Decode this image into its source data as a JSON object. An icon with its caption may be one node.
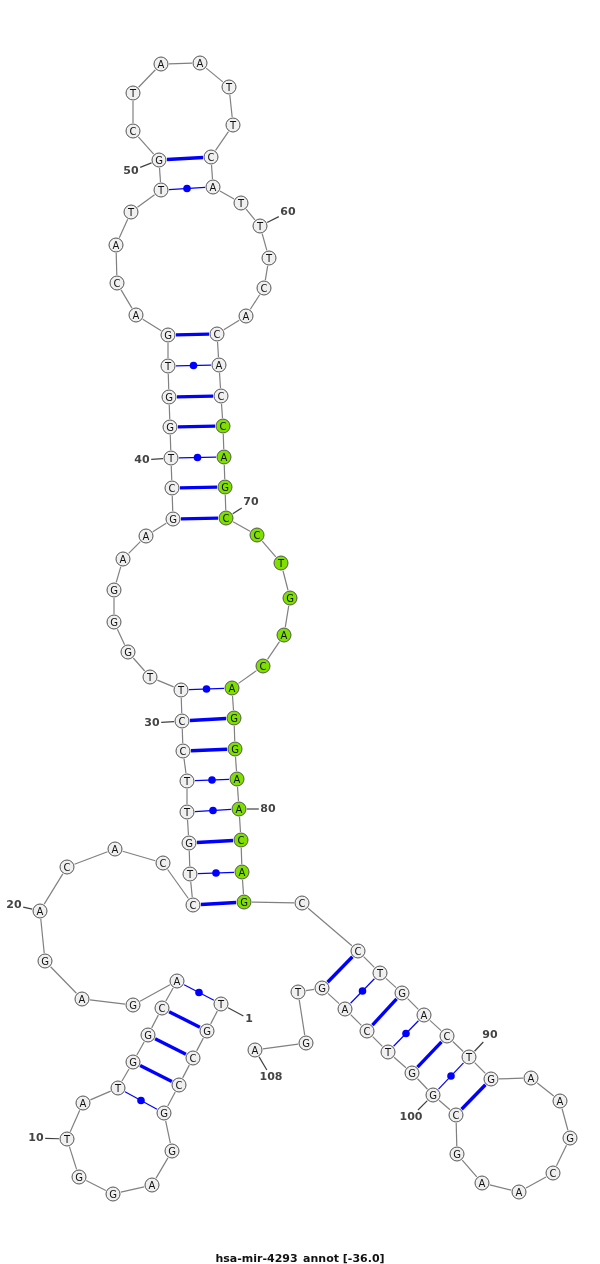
{
  "diagram": {
    "caption": "hsa-mir-4293_annot [-36.0]",
    "nodes": [
      {
        "text": [
          "T"
        ]
      },
      {
        "text": [
          "G"
        ]
      },
      {
        "text": [
          "C"
        ]
      },
      {
        "text": [
          "C"
        ]
      },
      {
        "text": [
          "G"
        ]
      },
      {
        "text": [
          "G"
        ]
      },
      {
        "text": [
          "A"
        ]
      },
      {
        "text": [
          "G"
        ]
      },
      {
        "text": [
          "G"
        ]
      },
      {
        "text": [
          "T"
        ]
      },
      {
        "text": [
          "A"
        ]
      },
      {
        "text": [
          "T"
        ]
      },
      {
        "text": [
          "G"
        ]
      },
      {
        "text": [
          "G"
        ]
      },
      {
        "text": [
          "C"
        ]
      },
      {
        "text": [
          "A"
        ]
      },
      {
        "text": [
          "G"
        ]
      },
      {
        "text": [
          "A"
        ]
      },
      {
        "text": [
          "G"
        ]
      },
      {
        "text": [
          "A"
        ]
      },
      {
        "text": [
          "C"
        ]
      },
      {
        "text": [
          "A"
        ]
      },
      {
        "text": [
          "C"
        ]
      },
      {
        "text": [
          "C"
        ]
      },
      {
        "text": [
          "T"
        ]
      },
      {
        "text": [
          "G"
        ]
      },
      {
        "text": [
          "T"
        ]
      },
      {
        "text": [
          "T"
        ]
      },
      {
        "text": [
          "C"
        ]
      },
      {
        "text": [
          "C"
        ]
      },
      {
        "text": [
          "T"
        ]
      },
      {
        "text": [
          "T"
        ]
      },
      {
        "text": [
          "G"
        ]
      },
      {
        "text": [
          "G"
        ]
      },
      {
        "text": [
          "G"
        ]
      },
      {
        "text": [
          "A"
        ]
      },
      {
        "text": [
          "A"
        ]
      },
      {
        "text": [
          "G"
        ]
      },
      {
        "text": [
          "C"
        ]
      },
      {
        "text": [
          "T"
        ]
      },
      {
        "text": [
          "G"
        ]
      },
      {
        "text": [
          "G"
        ]
      },
      {
        "text": [
          "T"
        ]
      },
      {
        "text": [
          "G"
        ]
      },
      {
        "text": [
          "A"
        ]
      },
      {
        "text": [
          "C"
        ]
      },
      {
        "text": [
          "A"
        ]
      },
      {
        "text": [
          "T"
        ]
      },
      {
        "text": [
          "T"
        ]
      },
      {
        "text": [
          "G"
        ]
      },
      {
        "text": [
          "C"
        ]
      },
      {
        "text": [
          "T"
        ]
      },
      {
        "text": [
          "A"
        ]
      },
      {
        "text": [
          "A"
        ]
      },
      {
        "text": [
          "T"
        ]
      },
      {
        "text": [
          "T"
        ]
      },
      {
        "text": [
          "C"
        ]
      },
      {
        "text": [
          "A"
        ]
      },
      {
        "text": [
          "T"
        ]
      },
      {
        "text": [
          "T"
        ]
      },
      {
        "text": [
          "T"
        ]
      },
      {
        "text": [
          "C"
        ]
      },
      {
        "text": [
          "A"
        ]
      },
      {
        "text": [
          "C"
        ]
      },
      {
        "text": [
          "A"
        ]
      },
      {
        "text": [
          "C"
        ]
      },
      {
        "text": [
          "C"
        ]
      },
      {
        "text": [
          "A"
        ]
      },
      {
        "text": [
          "G"
        ]
      },
      {
        "text": [
          "C"
        ]
      },
      {
        "text": [
          "C"
        ]
      },
      {
        "text": [
          "T"
        ]
      },
      {
        "text": [
          "G"
        ]
      },
      {
        "text": [
          "A"
        ]
      },
      {
        "text": [
          "C"
        ]
      },
      {
        "text": [
          "A"
        ]
      },
      {
        "text": [
          "G"
        ]
      },
      {
        "text": [
          "G"
        ]
      },
      {
        "text": [
          "A"
        ]
      },
      {
        "text": [
          "A"
        ]
      },
      {
        "text": [
          "C"
        ]
      },
      {
        "text": [
          "A"
        ]
      },
      {
        "text": [
          "G"
        ]
      },
      {
        "text": [
          "C"
        ]
      },
      {
        "text": [
          "C"
        ]
      },
      {
        "text": [
          "T"
        ]
      },
      {
        "text": [
          "G"
        ]
      },
      {
        "text": [
          "A"
        ]
      },
      {
        "text": [
          "C"
        ]
      },
      {
        "text": [
          "T"
        ]
      },
      {
        "text": [
          "G"
        ]
      },
      {
        "text": [
          "A"
        ]
      },
      {
        "text": [
          "A"
        ]
      },
      {
        "text": [
          "G"
        ]
      },
      {
        "text": [
          "C"
        ]
      },
      {
        "text": [
          "A"
        ]
      },
      {
        "text": [
          "A"
        ]
      },
      {
        "text": [
          "G"
        ]
      },
      {
        "text": [
          "C"
        ]
      },
      {
        "text": [
          "G"
        ]
      },
      {
        "text": [
          "G"
        ]
      },
      {
        "text": [
          "T"
        ]
      },
      {
        "text": [
          "C"
        ]
      },
      {
        "text": [
          "A"
        ]
      },
      {
        "text": [
          "G"
        ]
      },
      {
        "text": [
          "T"
        ]
      },
      {
        "text": [
          "G"
        ]
      },
      {
        "text": [
          "A"
        ]
      },
      {
        "text": [
          "50"
        ]
      },
      {
        "text": [
          "60"
        ]
      },
      {
        "text": [
          "40"
        ]
      },
      {
        "text": [
          "70"
        ]
      },
      {
        "text": [
          "30"
        ]
      },
      {
        "text": [
          "80"
        ]
      },
      {
        "text": [
          "20"
        ]
      },
      {
        "text": [
          "1"
        ]
      },
      {
        "text": [
          "90"
        ]
      },
      {
        "text": [
          "108"
        ]
      },
      {
        "text": [
          "100"
        ]
      },
      {
        "text": [
          "10"
        ]
      }
    ],
    "edges": [
      {
        "from": 0,
        "to": 1,
        "arrow": "none"
      },
      {
        "from": 1,
        "to": 2,
        "arrow": "none"
      },
      {
        "from": 2,
        "to": 3,
        "arrow": "none"
      },
      {
        "from": 3,
        "to": 4,
        "arrow": "none"
      },
      {
        "from": 4,
        "to": 5,
        "arrow": "none"
      },
      {
        "from": 5,
        "to": 6,
        "arrow": "none"
      },
      {
        "from": 6,
        "to": 7,
        "arrow": "none"
      },
      {
        "from": 7,
        "to": 8,
        "arrow": "none"
      },
      {
        "from": 8,
        "to": 9,
        "arrow": "none"
      },
      {
        "from": 9,
        "to": 10,
        "arrow": "none"
      },
      {
        "from": 10,
        "to": 11,
        "arrow": "none"
      },
      {
        "from": 11,
        "to": 12,
        "arrow": "none"
      },
      {
        "from": 12,
        "to": 13,
        "arrow": "none"
      },
      {
        "from": 13,
        "to": 14,
        "arrow": "none"
      },
      {
        "from": 14,
        "to": 15,
        "arrow": "none"
      },
      {
        "from": 15,
        "to": 16,
        "arrow": "none"
      },
      {
        "from": 16,
        "to": 17,
        "arrow": "none"
      },
      {
        "from": 17,
        "to": 18,
        "arrow": "none"
      },
      {
        "from": 18,
        "to": 19,
        "arrow": "none"
      },
      {
        "from": 19,
        "to": 20,
        "arrow": "none"
      },
      {
        "from": 20,
        "to": 21,
        "arrow": "none"
      },
      {
        "from": 21,
        "to": 22,
        "arrow": "none"
      },
      {
        "from": 22,
        "to": 23,
        "arrow": "none"
      },
      {
        "from": 23,
        "to": 24,
        "arrow": "none"
      },
      {
        "from": 24,
        "to": 25,
        "arrow": "none"
      },
      {
        "from": 25,
        "to": 26,
        "arrow": "none"
      },
      {
        "from": 26,
        "to": 27,
        "arrow": "none"
      },
      {
        "from": 27,
        "to": 28,
        "arrow": "none"
      },
      {
        "from": 28,
        "to": 29,
        "arrow": "none"
      },
      {
        "from": 29,
        "to": 30,
        "arrow": "none"
      },
      {
        "from": 30,
        "to": 31,
        "arrow": "none"
      },
      {
        "from": 31,
        "to": 32,
        "arrow": "none"
      },
      {
        "from": 32,
        "to": 33,
        "arrow": "none"
      },
      {
        "from": 33,
        "to": 34,
        "arrow": "none"
      },
      {
        "from": 34,
        "to": 35,
        "arrow": "none"
      },
      {
        "from": 35,
        "to": 36,
        "arrow": "none"
      },
      {
        "from": 36,
        "to": 37,
        "arrow": "none"
      },
      {
        "from": 37,
        "to": 38,
        "arrow": "none"
      },
      {
        "from": 38,
        "to": 39,
        "arrow": "none"
      },
      {
        "from": 39,
        "to": 40,
        "arrow": "none"
      },
      {
        "from": 40,
        "to": 41,
        "arrow": "none"
      },
      {
        "from": 41,
        "to": 42,
        "arrow": "none"
      },
      {
        "from": 42,
        "to": 43,
        "arrow": "none"
      },
      {
        "from": 43,
        "to": 44,
        "arrow": "none"
      },
      {
        "from": 44,
        "to": 45,
        "arrow": "none"
      },
      {
        "from": 45,
        "to": 46,
        "arrow": "none"
      },
      {
        "from": 46,
        "to": 47,
        "arrow": "none"
      },
      {
        "from": 47,
        "to": 48,
        "arrow": "none"
      },
      {
        "from": 48,
        "to": 49,
        "arrow": "none"
      },
      {
        "from": 49,
        "to": 50,
        "arrow": "none"
      },
      {
        "from": 50,
        "to": 51,
        "arrow": "none"
      },
      {
        "from": 51,
        "to": 52,
        "arrow": "none"
      },
      {
        "from": 52,
        "to": 53,
        "arrow": "none"
      },
      {
        "from": 53,
        "to": 54,
        "arrow": "none"
      },
      {
        "from": 54,
        "to": 55,
        "arrow": "none"
      },
      {
        "from": 55,
        "to": 56,
        "arrow": "none"
      },
      {
        "from": 56,
        "to": 57,
        "arrow": "none"
      },
      {
        "from": 57,
        "to": 58,
        "arrow": "none"
      },
      {
        "from": 58,
        "to": 59,
        "arrow": "none"
      },
      {
        "from": 59,
        "to": 60,
        "arrow": "none"
      },
      {
        "from": 60,
        "to": 61,
        "arrow": "none"
      },
      {
        "from": 61,
        "to": 62,
        "arrow": "none"
      },
      {
        "from": 62,
        "to": 63,
        "arrow": "none"
      },
      {
        "from": 63,
        "to": 64,
        "arrow": "none"
      },
      {
        "from": 64,
        "to": 65,
        "arrow": "none"
      },
      {
        "from": 65,
        "to": 66,
        "arrow": "none"
      },
      {
        "from": 66,
        "to": 67,
        "arrow": "none"
      },
      {
        "from": 67,
        "to": 68,
        "arrow": "none"
      },
      {
        "from": 68,
        "to": 69,
        "arrow": "none"
      },
      {
        "from": 69,
        "to": 70,
        "arrow": "none"
      },
      {
        "from": 70,
        "to": 71,
        "arrow": "none"
      },
      {
        "from": 71,
        "to": 72,
        "arrow": "none"
      },
      {
        "from": 72,
        "to": 73,
        "arrow": "none"
      },
      {
        "from": 73,
        "to": 74,
        "arrow": "none"
      },
      {
        "from": 74,
        "to": 75,
        "arrow": "none"
      },
      {
        "from": 75,
        "to": 76,
        "arrow": "none"
      },
      {
        "from": 76,
        "to": 77,
        "arrow": "none"
      },
      {
        "from": 77,
        "to": 78,
        "arrow": "none"
      },
      {
        "from": 78,
        "to": 79,
        "arrow": "none"
      },
      {
        "from": 79,
        "to": 80,
        "arrow": "none"
      },
      {
        "from": 80,
        "to": 81,
        "arrow": "none"
      },
      {
        "from": 81,
        "to": 82,
        "arrow": "none"
      },
      {
        "from": 82,
        "to": 83,
        "arrow": "none"
      },
      {
        "from": 83,
        "to": 84,
        "arrow": "none"
      },
      {
        "from": 84,
        "to": 85,
        "arrow": "none"
      },
      {
        "from": 85,
        "to": 86,
        "arrow": "none"
      },
      {
        "from": 86,
        "to": 87,
        "arrow": "none"
      },
      {
        "from": 87,
        "to": 88,
        "arrow": "none"
      },
      {
        "from": 88,
        "to": 89,
        "arrow": "none"
      },
      {
        "from": 89,
        "to": 90,
        "arrow": "none"
      },
      {
        "from": 90,
        "to": 91,
        "arrow": "none"
      },
      {
        "from": 91,
        "to": 92,
        "arrow": "none"
      },
      {
        "from": 92,
        "to": 93,
        "arrow": "none"
      },
      {
        "from": 93,
        "to": 94,
        "arrow": "none"
      },
      {
        "from": 94,
        "to": 95,
        "arrow": "none"
      },
      {
        "from": 95,
        "to": 96,
        "arrow": "none"
      },
      {
        "from": 96,
        "to": 97,
        "arrow": "none"
      },
      {
        "from": 97,
        "to": 98,
        "arrow": "none"
      },
      {
        "from": 98,
        "to": 99,
        "arrow": "none"
      },
      {
        "from": 99,
        "to": 100,
        "arrow": "none"
      },
      {
        "from": 100,
        "to": 101,
        "arrow": "none"
      },
      {
        "from": 101,
        "to": 102,
        "arrow": "none"
      },
      {
        "from": 102,
        "to": 103,
        "arrow": "none"
      },
      {
        "from": 103,
        "to": 104,
        "arrow": "none"
      },
      {
        "from": 104,
        "to": 105,
        "arrow": "none"
      },
      {
        "from": 105,
        "to": 106,
        "arrow": "none"
      },
      {
        "from": 106,
        "to": 107,
        "arrow": "none"
      },
      {
        "from": 0,
        "to": 15,
        "arrow": "none",
        "color": "#0000ff"
      },
      {
        "from": 1,
        "to": 14,
        "arrow": "none",
        "style": "thick",
        "color": "#0000ff"
      },
      {
        "from": 2,
        "to": 13,
        "arrow": "none",
        "style": "thick",
        "color": "#0000ff"
      },
      {
        "from": 3,
        "to": 12,
        "arrow": "none",
        "style": "thick",
        "color": "#0000ff"
      },
      {
        "from": 4,
        "to": 11,
        "arrow": "none",
        "color": "#0000ff"
      },
      {
        "from": 23,
        "to": 82,
        "arrow": "none",
        "style": "thick",
        "color": "#0000ff"
      },
      {
        "from": 24,
        "to": 81,
        "arrow": "none",
        "color": "#0000ff"
      },
      {
        "from": 25,
        "to": 80,
        "arrow": "none",
        "style": "thick",
        "color": "#0000ff"
      },
      {
        "from": 26,
        "to": 79,
        "arrow": "none",
        "color": "#0000ff"
      },
      {
        "from": 27,
        "to": 78,
        "arrow": "none",
        "color": "#0000ff"
      },
      {
        "from": 28,
        "to": 77,
        "arrow": "none",
        "style": "thick",
        "color": "#0000ff"
      },
      {
        "from": 29,
        "to": 76,
        "arrow": "none",
        "style": "thick",
        "color": "#0000ff"
      },
      {
        "from": 30,
        "to": 75,
        "arrow": "none",
        "color": "#0000ff"
      },
      {
        "from": 37,
        "to": 69,
        "arrow": "none",
        "style": "thick",
        "color": "#0000ff"
      },
      {
        "from": 38,
        "to": 68,
        "arrow": "none",
        "style": "thick",
        "color": "#0000ff"
      },
      {
        "from": 39,
        "to": 67,
        "arrow": "none",
        "color": "#0000ff"
      },
      {
        "from": 40,
        "to": 66,
        "arrow": "none",
        "style": "thick",
        "color": "#0000ff"
      },
      {
        "from": 41,
        "to": 65,
        "arrow": "none",
        "style": "thick",
        "color": "#0000ff"
      },
      {
        "from": 42,
        "to": 64,
        "arrow": "none",
        "color": "#0000ff"
      },
      {
        "from": 43,
        "to": 63,
        "arrow": "none",
        "style": "thick",
        "color": "#0000ff"
      },
      {
        "from": 48,
        "to": 57,
        "arrow": "none",
        "color": "#0000ff"
      },
      {
        "from": 49,
        "to": 56,
        "arrow": "none",
        "style": "thick",
        "color": "#0000ff"
      },
      {
        "from": 84,
        "to": 104,
        "arrow": "none",
        "style": "thick",
        "color": "#0000ff"
      },
      {
        "from": 85,
        "to": 103,
        "arrow": "none",
        "color": "#0000ff"
      },
      {
        "from": 86,
        "to": 102,
        "arrow": "none",
        "style": "thick",
        "color": "#0000ff"
      },
      {
        "from": 87,
        "to": 101,
        "arrow": "none",
        "color": "#0000ff"
      },
      {
        "from": 88,
        "to": 100,
        "arrow": "none",
        "style": "thick",
        "color": "#0000ff"
      },
      {
        "from": 89,
        "to": 99,
        "arrow": "none",
        "color": "#0000ff"
      },
      {
        "from": 90,
        "to": 98,
        "arrow": "none",
        "style": "thick",
        "color": "#0000ff"
      },
      {
        "from": 108,
        "to": 49,
        "arrow": "none",
        "color": "#404040"
      },
      {
        "from": 109,
        "to": 59,
        "arrow": "none",
        "color": "#404040"
      },
      {
        "from": 110,
        "to": 39,
        "arrow": "none",
        "color": "#404040"
      },
      {
        "from": 111,
        "to": 69,
        "arrow": "none",
        "color": "#404040"
      },
      {
        "from": 112,
        "to": 29,
        "arrow": "none",
        "color": "#404040"
      },
      {
        "from": 113,
        "to": 79,
        "arrow": "none",
        "color": "#404040"
      },
      {
        "from": 114,
        "to": 19,
        "arrow": "none",
        "color": "#404040"
      },
      {
        "from": 115,
        "to": 0,
        "arrow": "none",
        "color": "#404040"
      },
      {
        "from": 116,
        "to": 89,
        "arrow": "none",
        "color": "#404040"
      },
      {
        "from": 117,
        "to": 107,
        "arrow": "none",
        "color": "#404040"
      },
      {
        "from": 118,
        "to": 99,
        "arrow": "none",
        "color": "#404040"
      },
      {
        "from": 119,
        "to": 9,
        "arrow": "none",
        "color": "#404040"
      }
    ]
  }
}
